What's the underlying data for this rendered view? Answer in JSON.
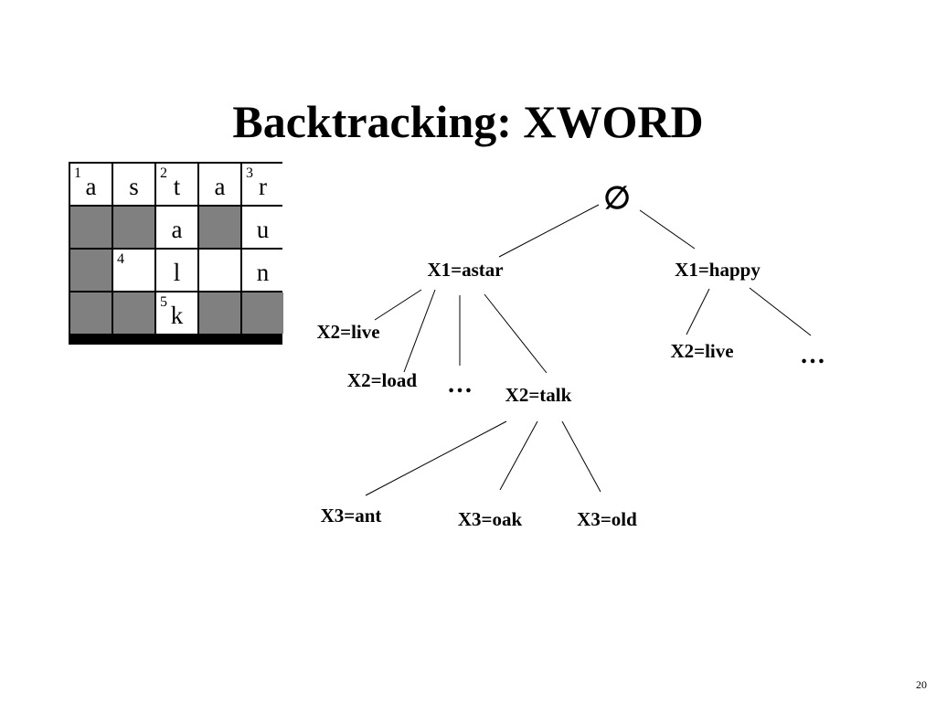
{
  "slide": {
    "title": "Backtracking: XWORD",
    "page_number": "20"
  },
  "crossword": {
    "rows": [
      [
        {
          "letter": "a",
          "number": "1",
          "black": false
        },
        {
          "letter": "s",
          "number": "",
          "black": false
        },
        {
          "letter": "t",
          "number": "2",
          "black": false
        },
        {
          "letter": "a",
          "number": "",
          "black": false
        },
        {
          "letter": "r",
          "number": "3",
          "black": false
        }
      ],
      [
        {
          "letter": "",
          "number": "",
          "black": true
        },
        {
          "letter": "",
          "number": "",
          "black": true
        },
        {
          "letter": "a",
          "number": "",
          "black": false
        },
        {
          "letter": "",
          "number": "",
          "black": true
        },
        {
          "letter": "u",
          "number": "",
          "black": false
        }
      ],
      [
        {
          "letter": "",
          "number": "",
          "black": true
        },
        {
          "letter": "",
          "number": "4",
          "black": false
        },
        {
          "letter": "l",
          "number": "",
          "black": false
        },
        {
          "letter": "",
          "number": "",
          "black": false
        },
        {
          "letter": "n",
          "number": "",
          "black": false
        }
      ],
      [
        {
          "letter": "",
          "number": "",
          "black": true
        },
        {
          "letter": "",
          "number": "",
          "black": true
        },
        {
          "letter": "k",
          "number": "5",
          "black": false
        },
        {
          "letter": "",
          "number": "",
          "black": true
        },
        {
          "letter": "",
          "number": "",
          "black": true
        }
      ]
    ]
  },
  "tree": {
    "root": "∅",
    "nodes": [
      {
        "id": "x1-astar",
        "label": "X1=astar"
      },
      {
        "id": "x1-happy",
        "label": "X1=happy"
      },
      {
        "id": "x2-live-a",
        "label": "X2=live"
      },
      {
        "id": "x2-load",
        "label": "X2=load"
      },
      {
        "id": "ellipsis-astar",
        "label": "…"
      },
      {
        "id": "x2-talk",
        "label": "X2=talk"
      },
      {
        "id": "x2-live-h",
        "label": "X2=live"
      },
      {
        "id": "ellipsis-happy",
        "label": "…"
      },
      {
        "id": "x3-ant",
        "label": "X3=ant"
      },
      {
        "id": "x3-oak",
        "label": "X3=oak"
      },
      {
        "id": "x3-old",
        "label": "X3=old"
      }
    ]
  },
  "colors": {
    "blocked_cell": "#808080",
    "grid_line": "#000000"
  }
}
